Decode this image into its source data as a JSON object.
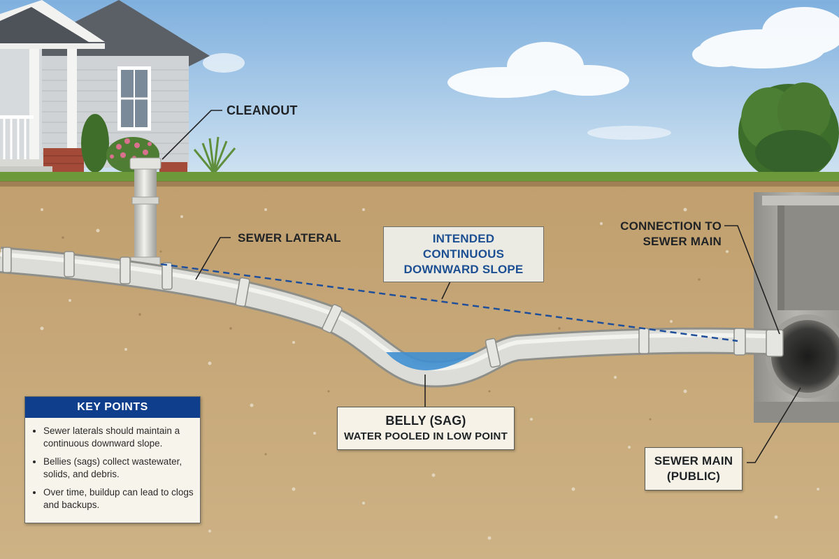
{
  "labels": {
    "cleanout": "CLEANOUT",
    "sewer_lateral": "SEWER LATERAL",
    "intended_slope_line1": "INTENDED CONTINUOUS",
    "intended_slope_line2": "DOWNWARD SLOPE",
    "connection_line1": "CONNECTION TO",
    "connection_line2": "SEWER MAIN",
    "belly_title": "BELLY (SAG)",
    "belly_subtitle": "WATER POOLED IN LOW POINT",
    "sewer_main_line1": "SEWER MAIN",
    "sewer_main_line2": "(PUBLIC)"
  },
  "key_points": {
    "title": "KEY POINTS",
    "items": [
      "Sewer laterals should maintain a continuous downward slope.",
      "Bellies (sags) collect wastewater, solids, and debris.",
      "Over time, buildup can lead to clogs and backups."
    ]
  },
  "colors": {
    "sky_top": "#7fb0de",
    "sky_bottom": "#cfe3f3",
    "grass": "#6c9a3a",
    "soil": "#c7a97a",
    "pipe": "#dcdcd8",
    "concrete": "#a8a7a1",
    "water": "#3f8fd0",
    "slope_line": "#1f4f9a",
    "key_points_header": "#0f3f8c"
  },
  "icons": {
    "house": "house-illustration",
    "tree": "tree-illustration",
    "manhole": "manhole-structure"
  }
}
